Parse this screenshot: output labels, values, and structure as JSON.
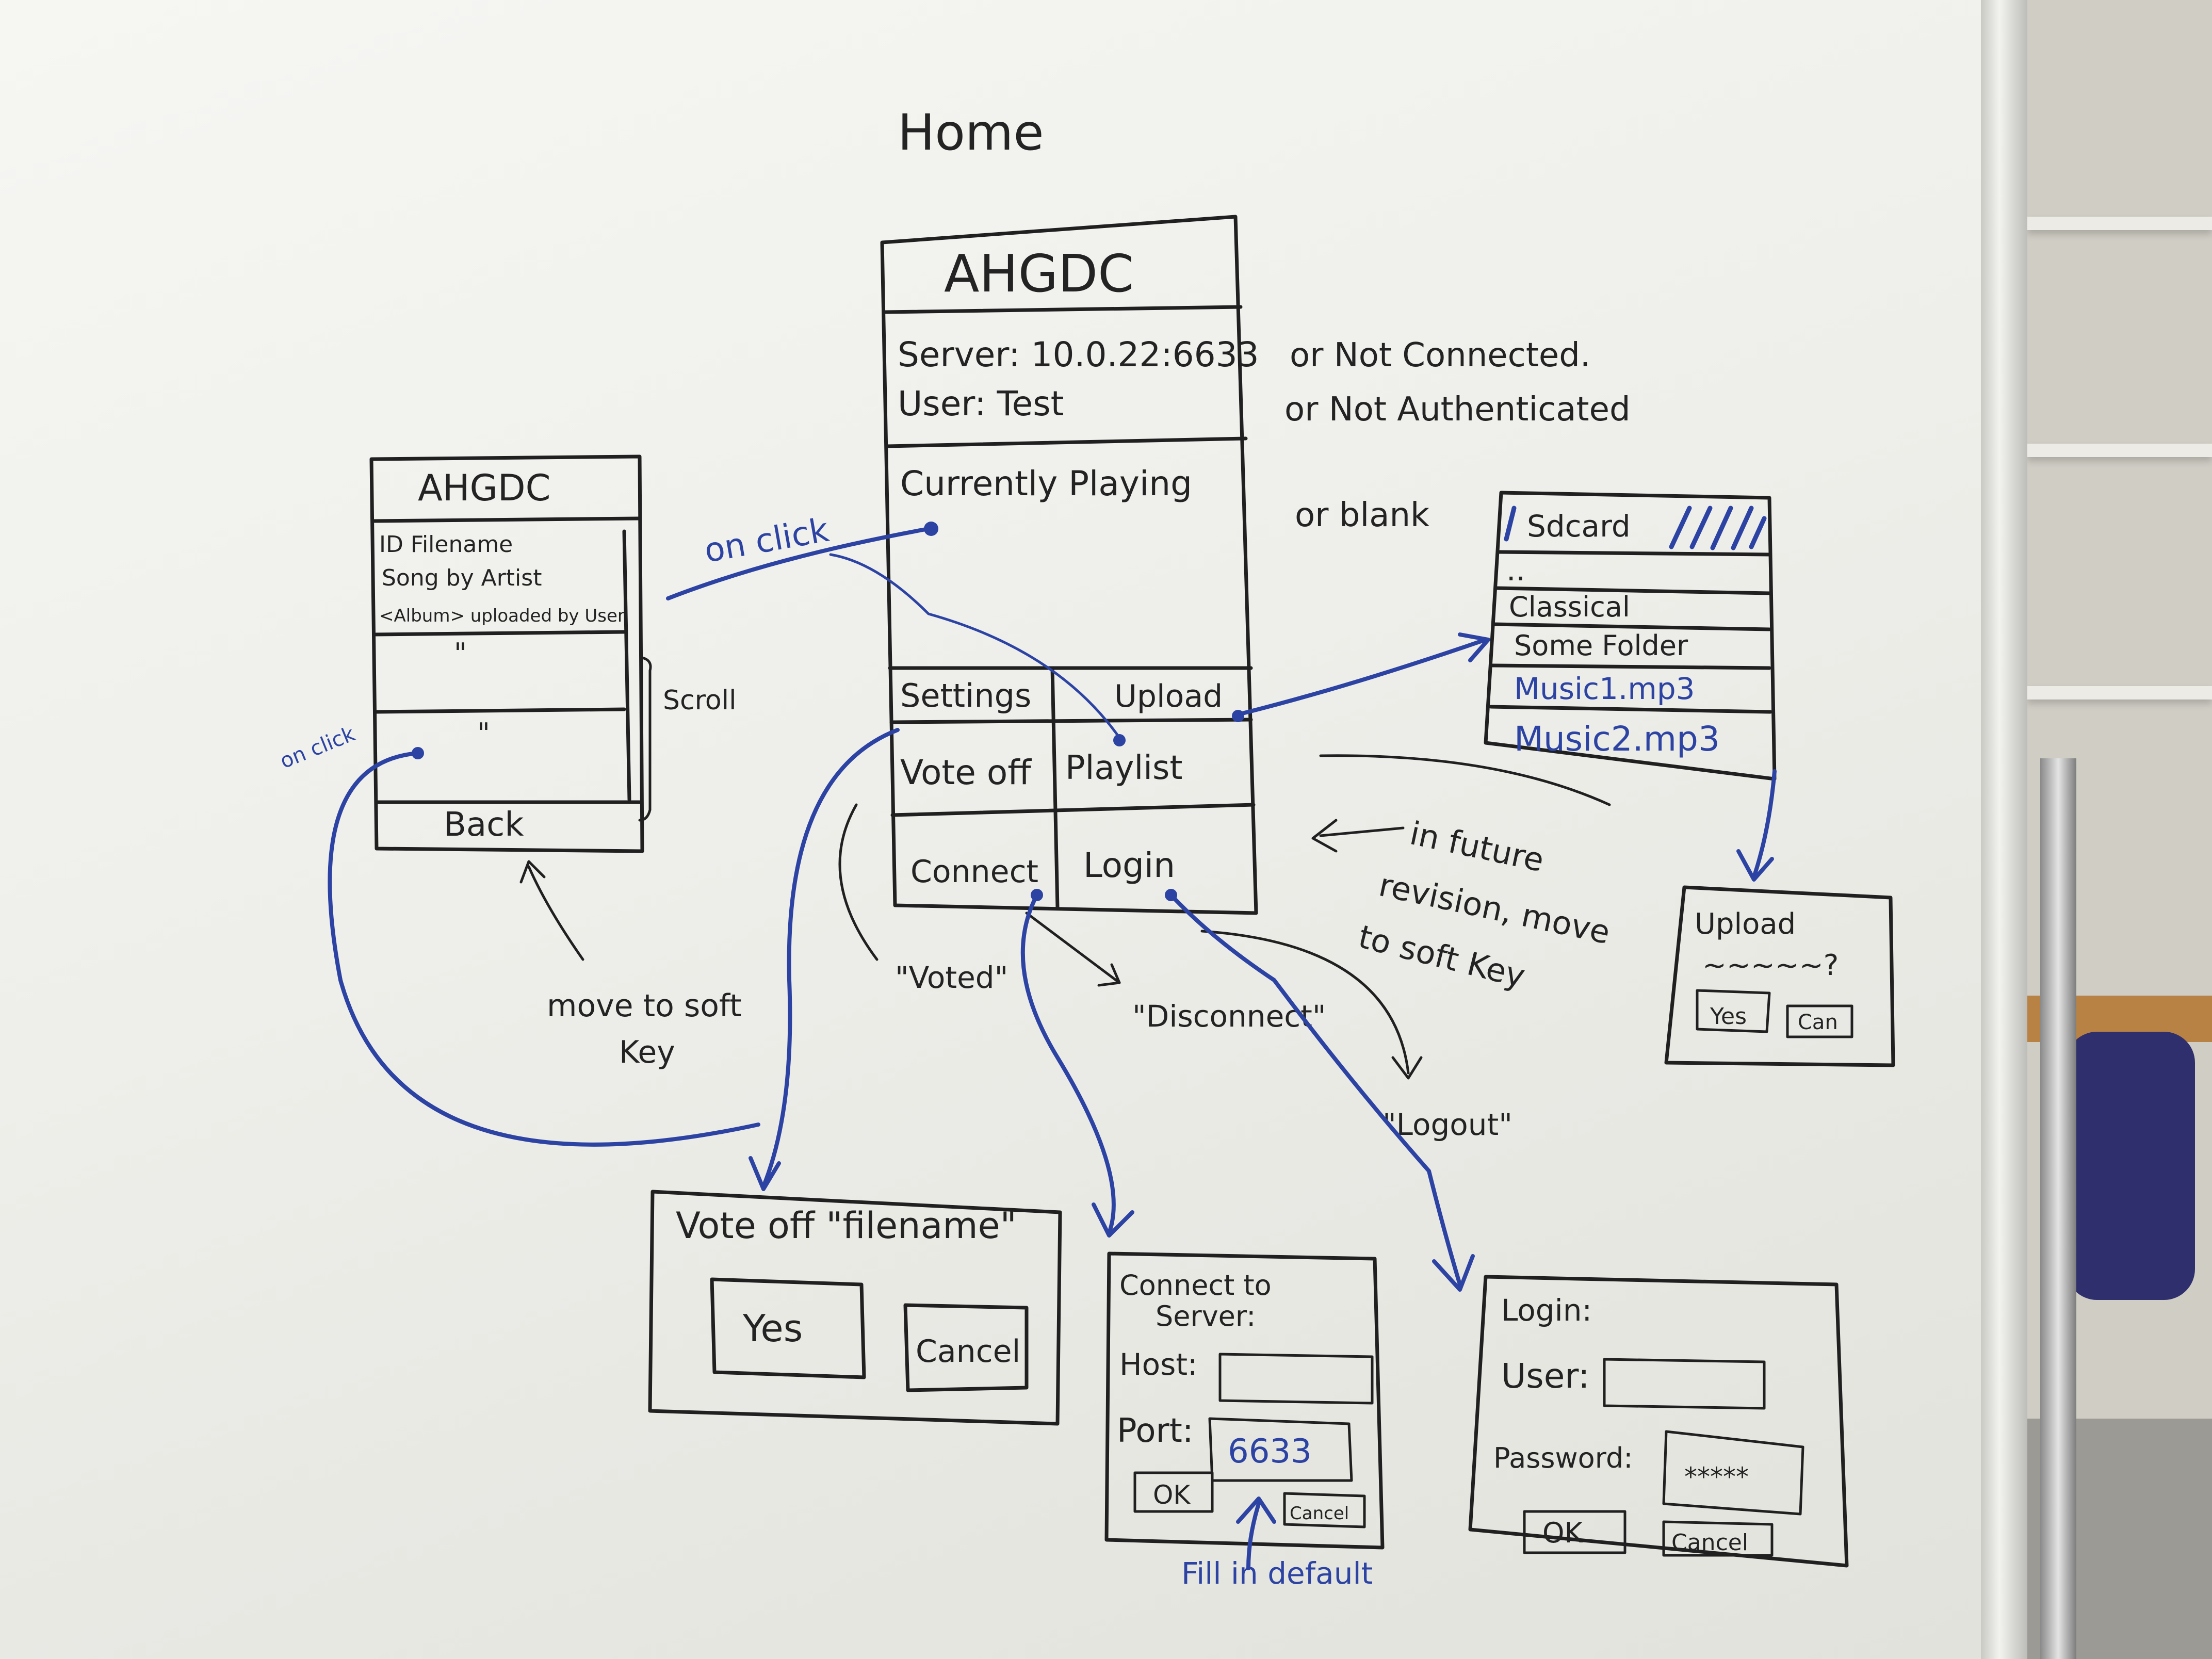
{
  "home": {
    "heading": "Home",
    "app_title": "AHGDC",
    "server_line": "Server: 10.0.22:6633",
    "user_line": "User: Test",
    "alt_server": "or  Not Connected.",
    "alt_user": "or  Not Authenticated",
    "currently_playing": "Currently Playing",
    "alt_playing": "or   blank",
    "buttons": {
      "settings": "Settings",
      "upload": "Upload",
      "vote_off": "Vote off",
      "playlist": "Playlist",
      "connect": "Connect",
      "login": "Login"
    }
  },
  "playlist_screen": {
    "title": "AHGDC",
    "row1_line1": "ID Filename",
    "row1_line2": "Song by Artist",
    "row1_line3": "<Album>  uploaded by User",
    "ditto1": "\"",
    "ditto2": "\"",
    "back": "Back",
    "scroll": "Scroll",
    "note": "move to soft",
    "note2": "Key"
  },
  "annotations": {
    "on_click_1": "on click",
    "on_click_2": "on click",
    "voted": "\"Voted\"",
    "disconnect": "\"Disconnect\"",
    "logout": "\"Logout\"",
    "future_1": "in future",
    "future_2": "revision, move",
    "future_3": "to soft Key",
    "fill_default": "Fill in default"
  },
  "browser": {
    "header": "Sdcard",
    "items": [
      "..",
      "Classical",
      "Some Folder",
      "Music1.mp3",
      "Music2.mp3"
    ]
  },
  "upload_dialog": {
    "title": "Upload",
    "question": "~~~~~?",
    "yes": "Yes",
    "cancel": "Can"
  },
  "vote_dialog": {
    "title": "Vote off  \"filename\"",
    "yes": "Yes",
    "cancel": "Cancel"
  },
  "connect_dialog": {
    "title_1": "Connect to",
    "title_2": "Server:",
    "host_label": "Host:",
    "port_label": "Port:",
    "port_value": "6633",
    "ok": "OK",
    "cancel": "Cancel"
  },
  "login_dialog": {
    "title": "Login:",
    "user_label": "User:",
    "password_label": "Password:",
    "password_value": "*****",
    "ok": "OK",
    "cancel": "Cancel"
  },
  "colors": {
    "black_marker": "#232323",
    "blue_marker": "#2c43a3",
    "whiteboard": "#f2f2ef"
  }
}
